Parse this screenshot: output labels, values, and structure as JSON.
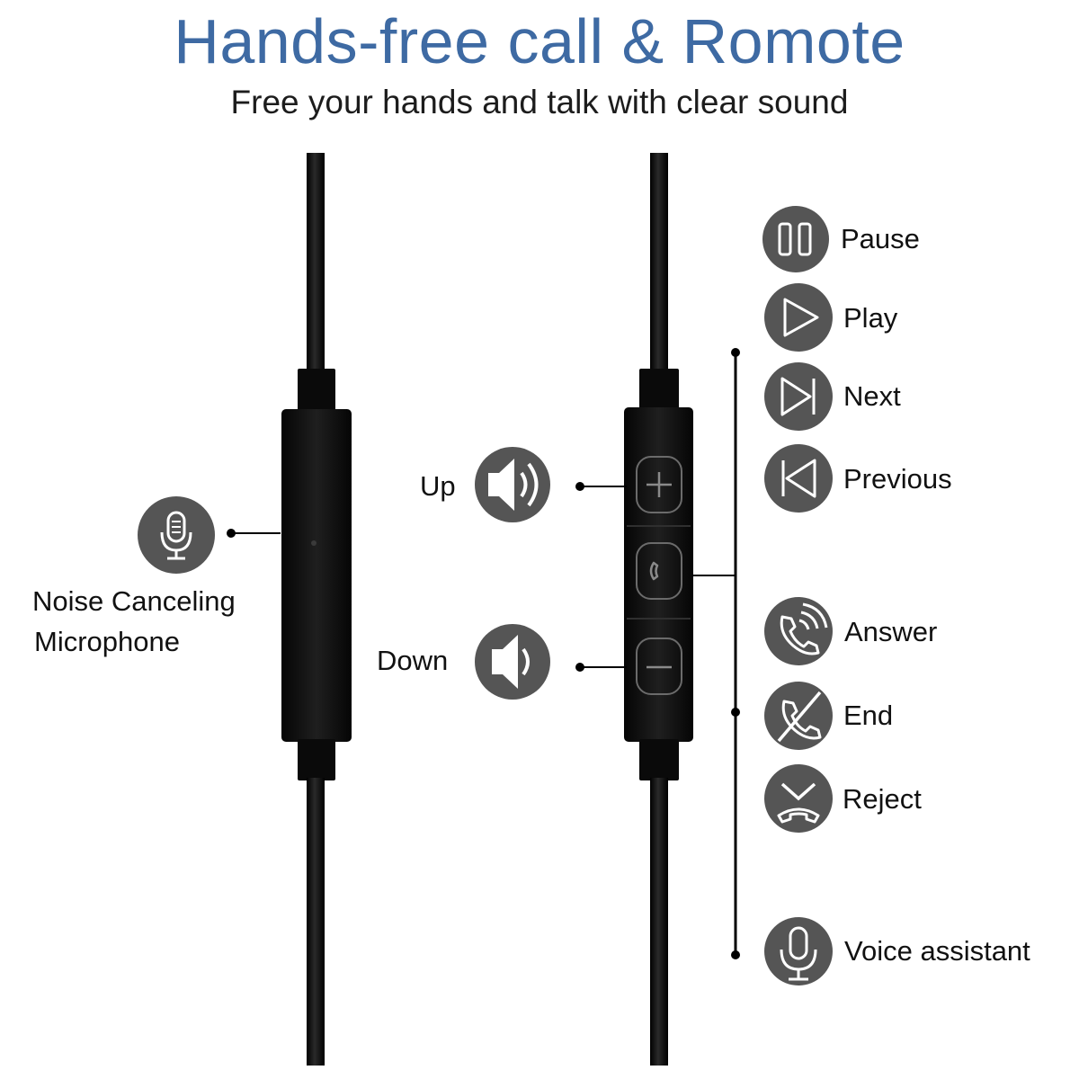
{
  "header": {
    "title": "Hands-free call & Romote",
    "subtitle": "Free your hands and talk with clear sound"
  },
  "microphone": {
    "label_line1": "Noise Canceling",
    "label_line2": "Microphone",
    "icon": "microphone-icon"
  },
  "volume": {
    "up_label": "Up",
    "down_label": "Down",
    "up_icon": "speaker-loud-icon",
    "down_icon": "speaker-icon"
  },
  "remote_buttons": {
    "plus_icon": "plus-icon",
    "phone_icon": "phone-icon",
    "minus_icon": "minus-icon"
  },
  "functions": {
    "pause": "Pause",
    "play": "Play",
    "next": "Next",
    "previous": "Previous",
    "answer": "Answer",
    "end": "End",
    "reject": "Reject",
    "voice_assistant": "Voice assistant"
  },
  "colors": {
    "title": "#3e6aa3",
    "icon_circle": "#555555",
    "cable": "#0d0d0d"
  }
}
